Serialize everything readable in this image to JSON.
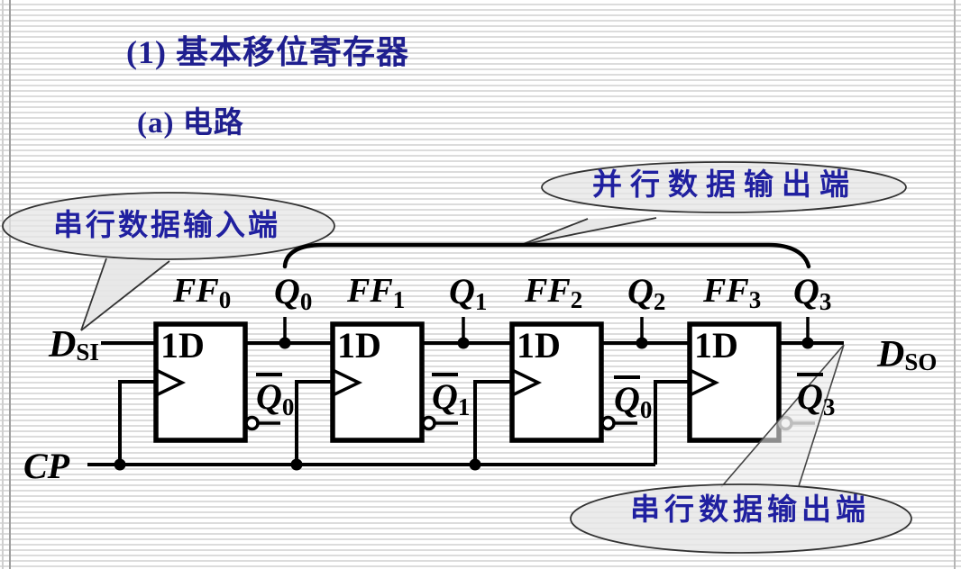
{
  "slide": {
    "title": "(1) 基本移位寄存器",
    "subtitle": "(a) 电路"
  },
  "callouts": {
    "serial_input": "串行数据输入端",
    "parallel_output": "并行数据输出端",
    "serial_output": "串行数据输出端"
  },
  "circuit": {
    "serial_in": {
      "main": "D",
      "sub": "SI"
    },
    "serial_out": {
      "main": "D",
      "sub": "SO"
    },
    "clock_label": "CP",
    "flipflops": [
      {
        "name_main": "FF",
        "name_sub": "0",
        "d_label": "1D",
        "q_main": "Q",
        "q_sub": "0",
        "qbar_main": "Q",
        "qbar_sub": "0"
      },
      {
        "name_main": "FF",
        "name_sub": "1",
        "d_label": "1D",
        "q_main": "Q",
        "q_sub": "1",
        "qbar_main": "Q",
        "qbar_sub": "1"
      },
      {
        "name_main": "FF",
        "name_sub": "2",
        "d_label": "1D",
        "q_main": "Q",
        "q_sub": "2",
        "qbar_main": "Q",
        "qbar_sub": "0"
      },
      {
        "name_main": "FF",
        "name_sub": "3",
        "d_label": "1D",
        "q_main": "Q",
        "q_sub": "3",
        "qbar_main": "Q",
        "qbar_sub": "3"
      }
    ]
  },
  "colors": {
    "heading_navy": "#1F1F8F",
    "callout_text_navy": "#2020A0",
    "line_black": "#000000",
    "overlap_gray": "#787878",
    "stripe_gray": "#DCDCDC"
  }
}
